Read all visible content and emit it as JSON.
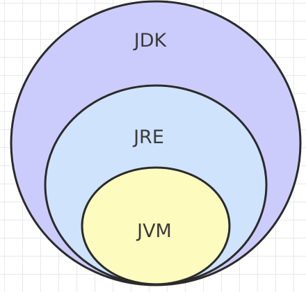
{
  "diagram": {
    "outer": {
      "label": "JDK",
      "fill": "#ccccfc"
    },
    "middle": {
      "label": "JRE",
      "fill": "#cfe3fd"
    },
    "inner": {
      "label": "JVM",
      "fill": "#fefbbf"
    }
  }
}
